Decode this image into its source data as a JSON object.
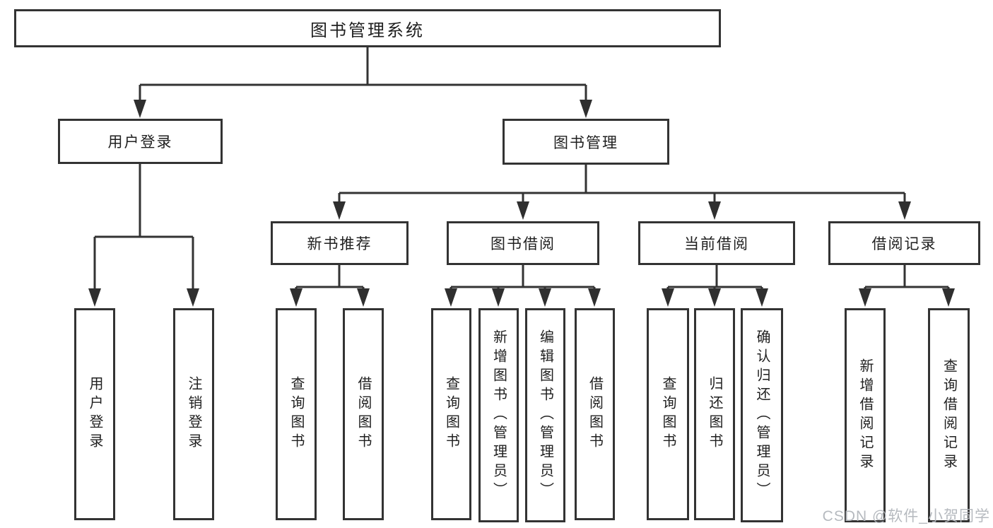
{
  "diagram": {
    "type": "hierarchy-tree",
    "title": "图书管理系统"
  },
  "nodes": {
    "root": {
      "label": "图书管理系统"
    },
    "user_login": {
      "label": "用户登录"
    },
    "book_management": {
      "label": "图书管理"
    },
    "login_action": {
      "label": "用户登录"
    },
    "logout_action": {
      "label": "注销登录"
    },
    "new_book_recommend": {
      "label": "新书推荐"
    },
    "book_borrowing": {
      "label": "图书借阅"
    },
    "current_borrowing": {
      "label": "当前借阅"
    },
    "borrowing_records": {
      "label": "借阅记录"
    },
    "nb_query_books": {
      "label": "查询图书"
    },
    "nb_borrow_books": {
      "label": "借阅图书"
    },
    "bb_query_books": {
      "label": "查询图书"
    },
    "bb_add_books": {
      "label": "新增图书（管理员）"
    },
    "bb_edit_books": {
      "label": "编辑图书（管理员）"
    },
    "bb_borrow_books": {
      "label": "借阅图书"
    },
    "cb_query_books": {
      "label": "查询图书"
    },
    "cb_return_books": {
      "label": "归还图书"
    },
    "cb_confirm_return": {
      "label": "确认归还（管理员）"
    },
    "br_add_record": {
      "label": "新增借阅记录"
    },
    "br_query_record": {
      "label": "查询借阅记录"
    }
  },
  "hierarchy": {
    "图书管理系统": {
      "用户登录": [
        "用户登录",
        "注销登录"
      ],
      "图书管理": {
        "新书推荐": [
          "查询图书",
          "借阅图书"
        ],
        "图书借阅": [
          "查询图书",
          "新增图书（管理员）",
          "编辑图书（管理员）",
          "借阅图书"
        ],
        "当前借阅": [
          "查询图书",
          "归还图书",
          "确认归还（管理员）"
        ],
        "借阅记录": [
          "新增借阅记录",
          "查询借阅记录"
        ]
      }
    }
  },
  "watermark": {
    "text": "CSDN @软件_小贺同学",
    "color": "#b2b6bc"
  },
  "colors": {
    "line": "#333333",
    "box_border": "#333333",
    "text": "#1f1f1f",
    "background": "#ffffff"
  }
}
